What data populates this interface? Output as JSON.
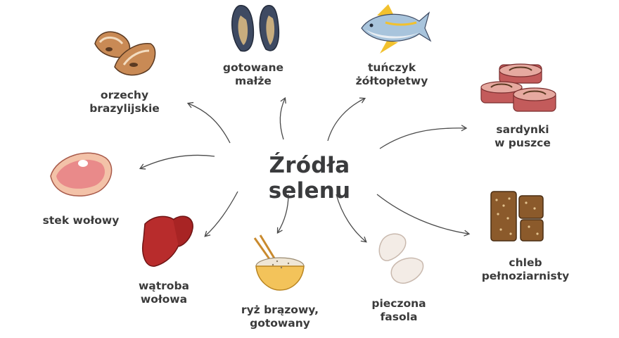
{
  "title": "Źródła selenu",
  "colors": {
    "text": "#3b3b3b",
    "arrow": "#4a4a4a",
    "nut": "#c98a55",
    "mussel": "#3e4a62",
    "tuna_body": "#a8c4dc",
    "tuna_fin": "#f2c12e",
    "sardine_can": "#c35b5b",
    "bread": "#8b5a2b",
    "steak": "#e98a8a",
    "liver": "#b82c2c",
    "rice_bowl": "#f3c35a",
    "beans": "#f3ece6"
  },
  "items": [
    {
      "id": "orzechy",
      "label": "orzechy\nbrazylijskie",
      "icon": "brazil-nut-icon"
    },
    {
      "id": "malze",
      "label": "gotowane\nmałże",
      "icon": "mussel-icon"
    },
    {
      "id": "tunczyk",
      "label": "tuńczyk\nżółtopłetwy",
      "icon": "tuna-fish-icon"
    },
    {
      "id": "sardynki",
      "label": "sardynki\nw puszce",
      "icon": "sardine-can-icon"
    },
    {
      "id": "chleb",
      "label": "chleb\npełnoziarnisty",
      "icon": "wholegrain-bread-icon"
    },
    {
      "id": "fasola",
      "label": "pieczona\nfasola",
      "icon": "baked-beans-icon"
    },
    {
      "id": "ryz",
      "label": "ryż brązowy,\ngotowany",
      "icon": "rice-bowl-icon"
    },
    {
      "id": "watroba",
      "label": "wątroba\nwołowa",
      "icon": "beef-liver-icon"
    },
    {
      "id": "stek",
      "label": "stek wołowy",
      "icon": "beef-steak-icon"
    }
  ]
}
